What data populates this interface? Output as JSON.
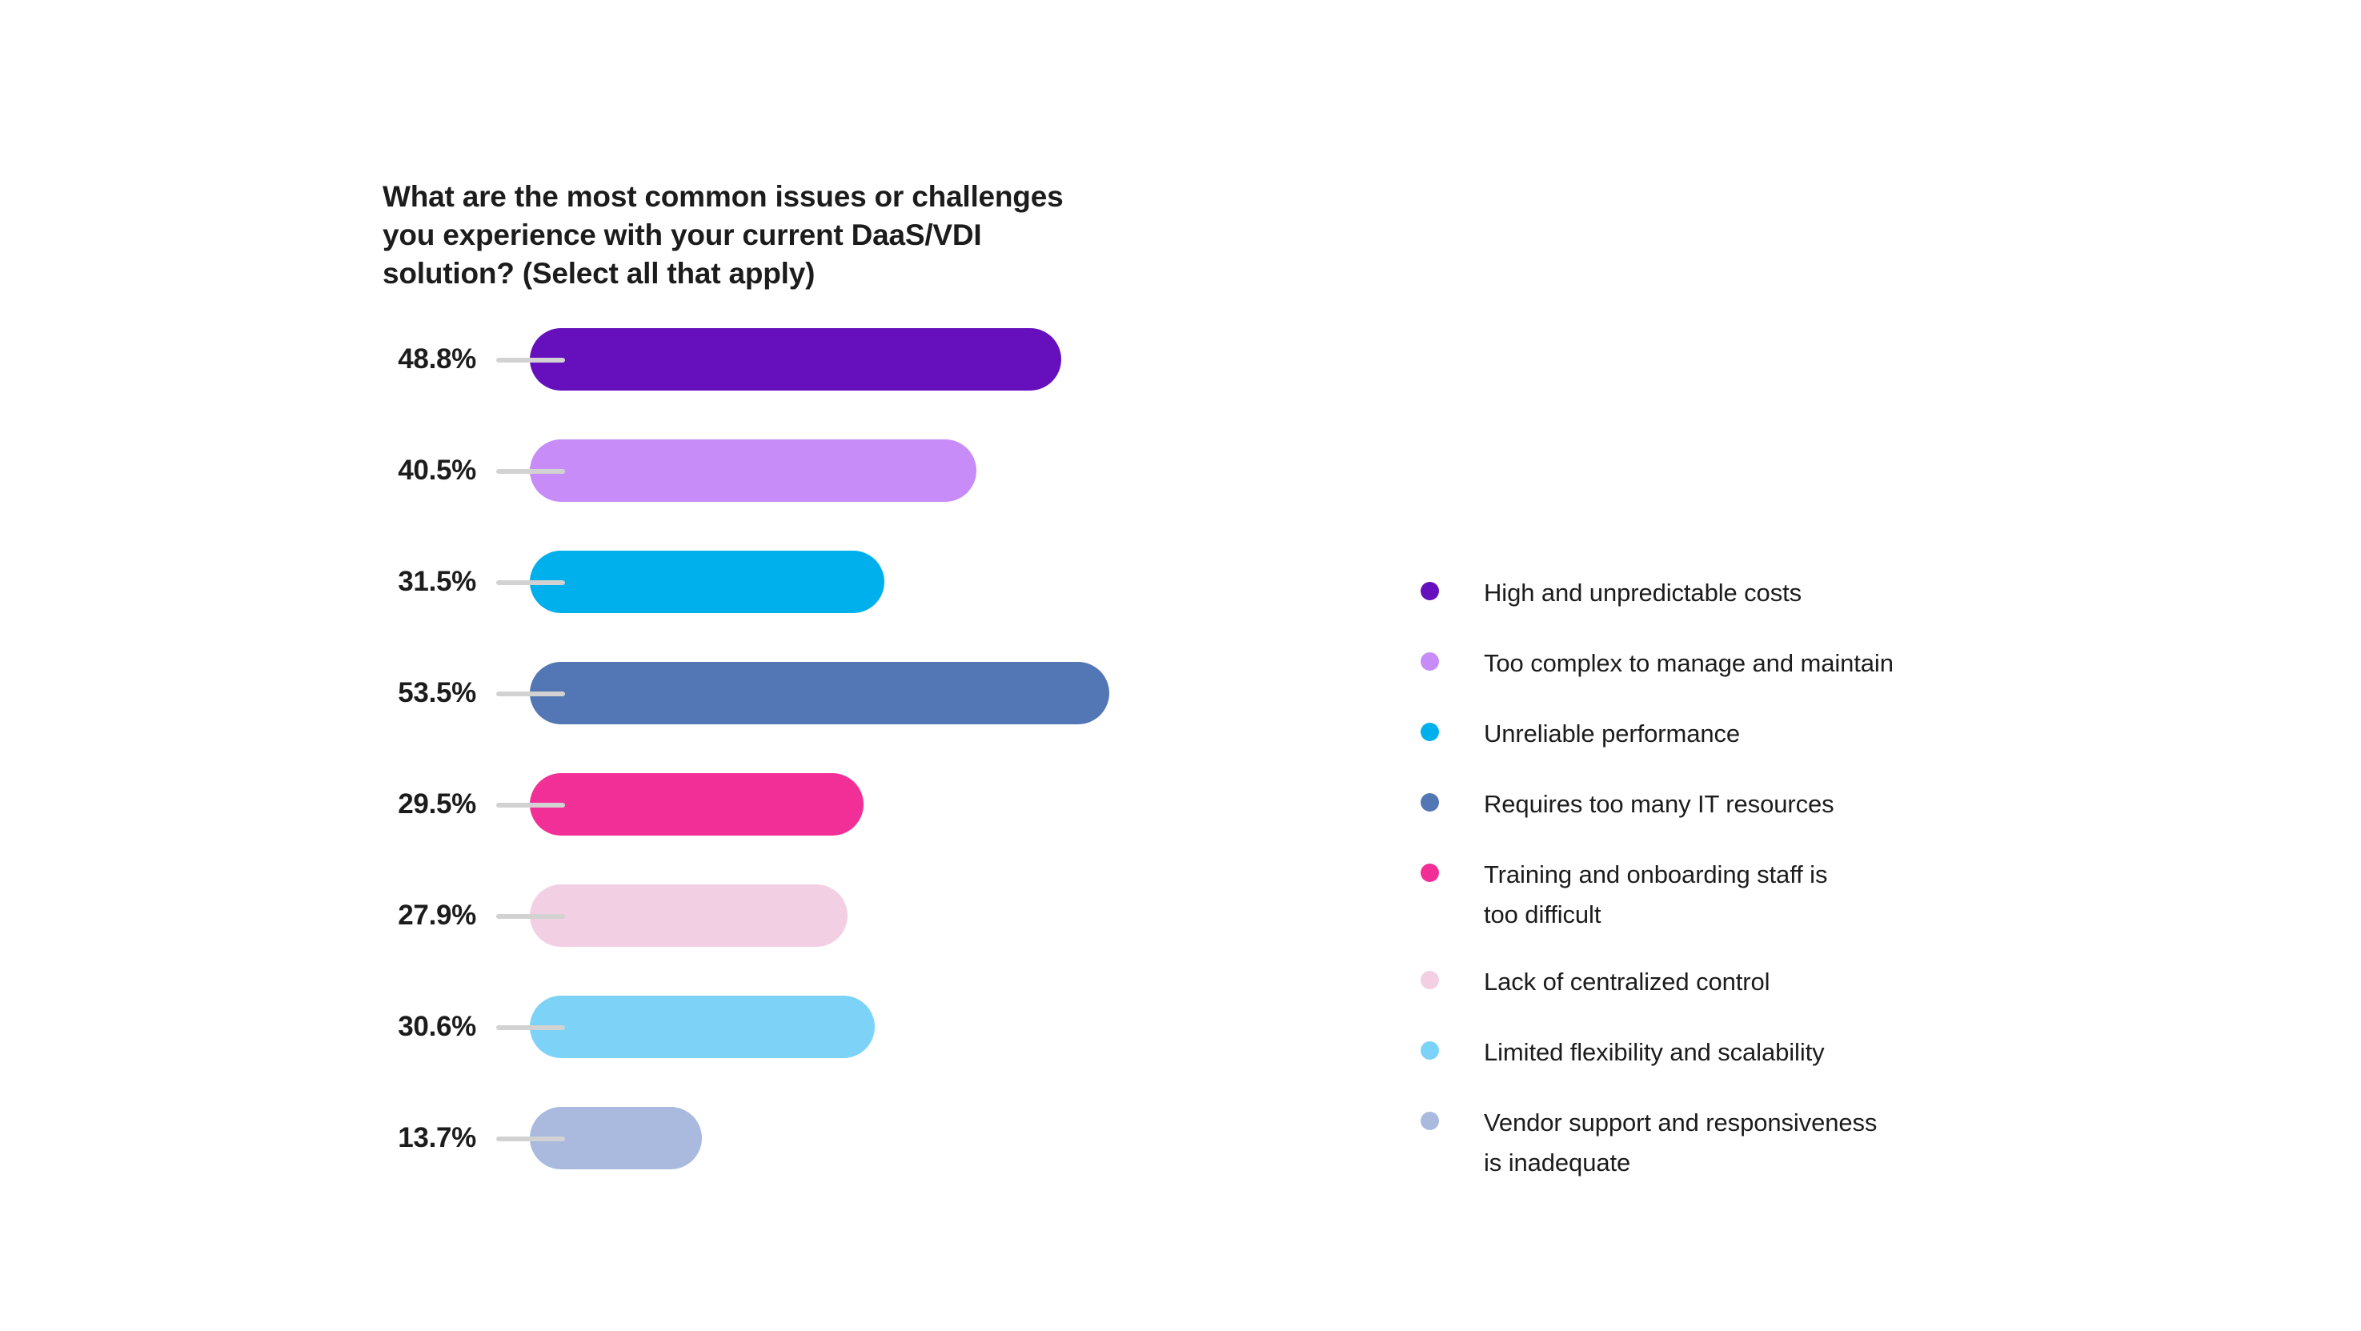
{
  "chart_data": {
    "type": "bar",
    "orientation": "horizontal",
    "title": "What are the most common issues or challenges you experience with your current DaaS/VDI solution? (Select all that apply)",
    "xlabel": "",
    "ylabel": "",
    "xlim": [
      0,
      60
    ],
    "grid": false,
    "legend_position": "right",
    "value_format": "percent",
    "categories": [
      "High and unpredictable costs",
      "Too complex to manage and maintain",
      "Unreliable performance",
      "Requires too many IT resources",
      "Training and onboarding staff is too difficult",
      "Lack of centralized control",
      "Limited flexibility and scalability",
      "Vendor support and responsiveness is inadequate"
    ],
    "values": [
      48.8,
      40.5,
      31.5,
      53.5,
      29.5,
      27.9,
      30.6,
      13.7
    ],
    "value_labels": [
      "48.8%",
      "40.5%",
      "31.5%",
      "53.5%",
      "29.5%",
      "27.9%",
      "30.6%",
      "13.7%"
    ],
    "colors": [
      "#6610bd",
      "#c78cf7",
      "#00b0ec",
      "#5377b4",
      "#f22f97",
      "#f3cfe3",
      "#7dd3f7",
      "#a9bade"
    ]
  },
  "chart": {
    "title": "What are the most common issues or challenges you experience with your current DaaS/VDI solution? (Select all that apply)",
    "bars": [
      {
        "value_label": "48.8%",
        "value": 48.8,
        "color": "#6610bd",
        "category": "High and unpredictable costs"
      },
      {
        "value_label": "40.5%",
        "value": 40.5,
        "color": "#c78cf7",
        "category": "Too complex to manage and maintain"
      },
      {
        "value_label": "31.5%",
        "value": 31.5,
        "color": "#00b0ec",
        "category": "Unreliable performance"
      },
      {
        "value_label": "53.5%",
        "value": 53.5,
        "color": "#5377b4",
        "category": "Requires too many IT resources"
      },
      {
        "value_label": "29.5%",
        "value": 29.5,
        "color": "#f22f97",
        "category": "Training and onboarding staff is too difficult"
      },
      {
        "value_label": "27.9%",
        "value": 27.9,
        "color": "#f3cfe3",
        "category": "Lack of centralized control"
      },
      {
        "value_label": "30.6%",
        "value": 30.6,
        "color": "#7dd3f7",
        "category": "Limited flexibility and scalability"
      },
      {
        "value_label": "13.7%",
        "value": 13.7,
        "color": "#a9bade",
        "category": "Vendor support and responsiveness is inadequate"
      }
    ],
    "legend": [
      {
        "label": "High and unpredictable costs",
        "color": "#6610bd"
      },
      {
        "label": "Too complex to manage and maintain",
        "color": "#c78cf7"
      },
      {
        "label": "Unreliable performance",
        "color": "#00b0ec"
      },
      {
        "label": "Requires too many IT resources",
        "color": "#5377b4"
      },
      {
        "label": "Training and onboarding staff is\ntoo difficult",
        "color": "#f22f97"
      },
      {
        "label": "Lack of centralized control",
        "color": "#f3cfe3"
      },
      {
        "label": "Limited flexibility and scalability",
        "color": "#7dd3f7"
      },
      {
        "label": "Vendor support and responsiveness\nis inadequate",
        "color": "#a9bade"
      }
    ]
  },
  "style": {
    "background": "#ffffff",
    "text_color": "#1c1c1c",
    "connector_color": "#d2d2d2"
  }
}
